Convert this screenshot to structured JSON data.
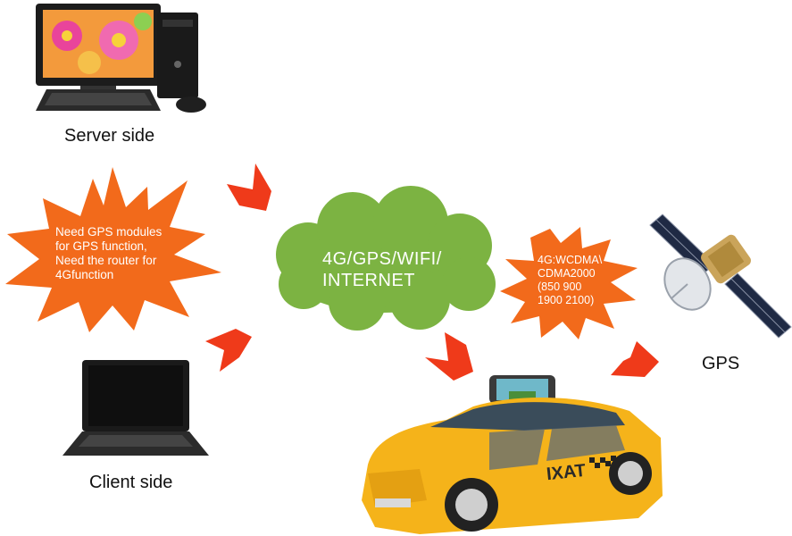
{
  "labels": {
    "server": "Server side",
    "client": "Client side",
    "gps": "GPS"
  },
  "burst_left": {
    "lines": [
      "Need GPS modules",
      "for GPS function,",
      "Need  the router for",
      "4Gfunction"
    ]
  },
  "cloud": {
    "lines": [
      "4G/GPS/WIFI/",
      "INTERNET"
    ]
  },
  "burst_right": {
    "lines": [
      "4G:WCDMA\\",
      "CDMA2000",
      "(850  900",
      "1900  2100)"
    ]
  },
  "taxi": {
    "door_text": "IXAT"
  },
  "colors": {
    "orange": "#f26a1b",
    "arrow_red": "#ef3a1a",
    "cloud_green": "#7cb342",
    "taxi_yellow": "#f5b31a"
  }
}
